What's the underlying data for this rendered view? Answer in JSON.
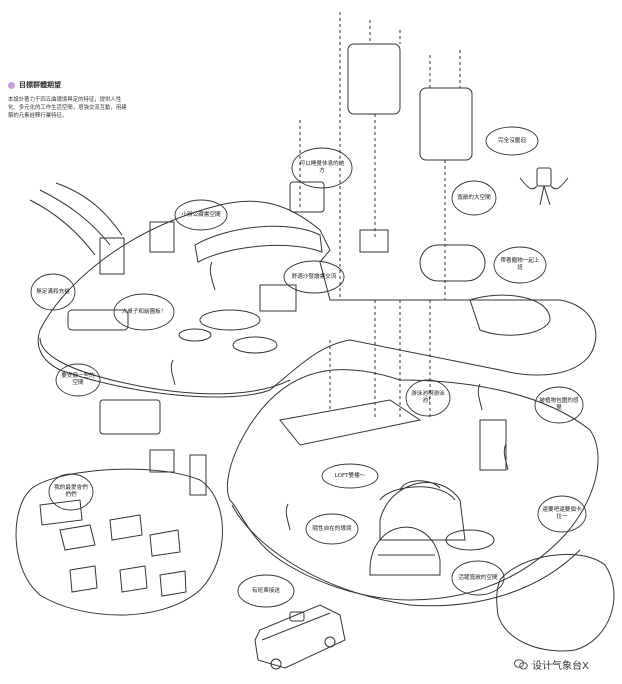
{
  "header": {
    "title": "目標群體期望",
    "description": "本設計著力于四五曲環境與定的特征，提供人性化、多元化的工作生活空間，增強交流互動，用建築的元素詮釋行業特征。"
  },
  "bubbles": {
    "b1": "可以睡覺休息的地方",
    "b2": "完全沒壓迫",
    "b3": "小辦公藏書空間",
    "b4": "寬敞的大空間",
    "b5": "舒適沙發讀書交流",
    "b6": "帶著寵物一起上班",
    "b7": "無足溝和充裕",
    "b8": "大桌子和繪圖板！",
    "b9": "要安靜一些的空間",
    "b10": "游泳池啊游泳池！",
    "b11": "被植物包圍的感覺",
    "b12": "LOFT雙樓～",
    "b13": "我的最愛會們們們",
    "b14": "隨性自在的環境",
    "b15": "還要吧還要個卡拉一",
    "b16": "活躍寬敞的空間",
    "b17": "有班車接送"
  },
  "watermark": {
    "text": "设计气象台X",
    "icon": "wechat-icon"
  }
}
